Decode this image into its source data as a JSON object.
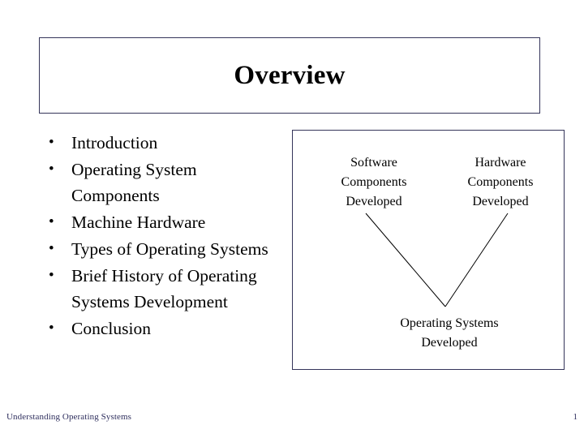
{
  "slide": {
    "title": "Overview",
    "background_color": "#ffffff",
    "border_color": "#35355a",
    "text_color": "#000000",
    "footer_color": "#2f2f5e"
  },
  "bullets": [
    {
      "marker": "•",
      "label": "Introduction"
    },
    {
      "marker": "•",
      "label": "Operating System Components"
    },
    {
      "marker": "•",
      "label": "Machine Hardware"
    },
    {
      "marker": "•",
      "label": "Types of Operating Systems"
    },
    {
      "marker": "•",
      "label": "Brief History of Operating Systems Development"
    },
    {
      "marker": "•",
      "label": "Conclusion"
    }
  ],
  "diagram": {
    "software_label": "Software\nComponents\nDeveloped",
    "hardware_label": "Hardware\nComponents\nDeveloped",
    "result_label": "Operating Systems\nDeveloped",
    "line_color": "#000000"
  },
  "footer": {
    "text": "Understanding Operating Systems",
    "page_number": "1"
  }
}
